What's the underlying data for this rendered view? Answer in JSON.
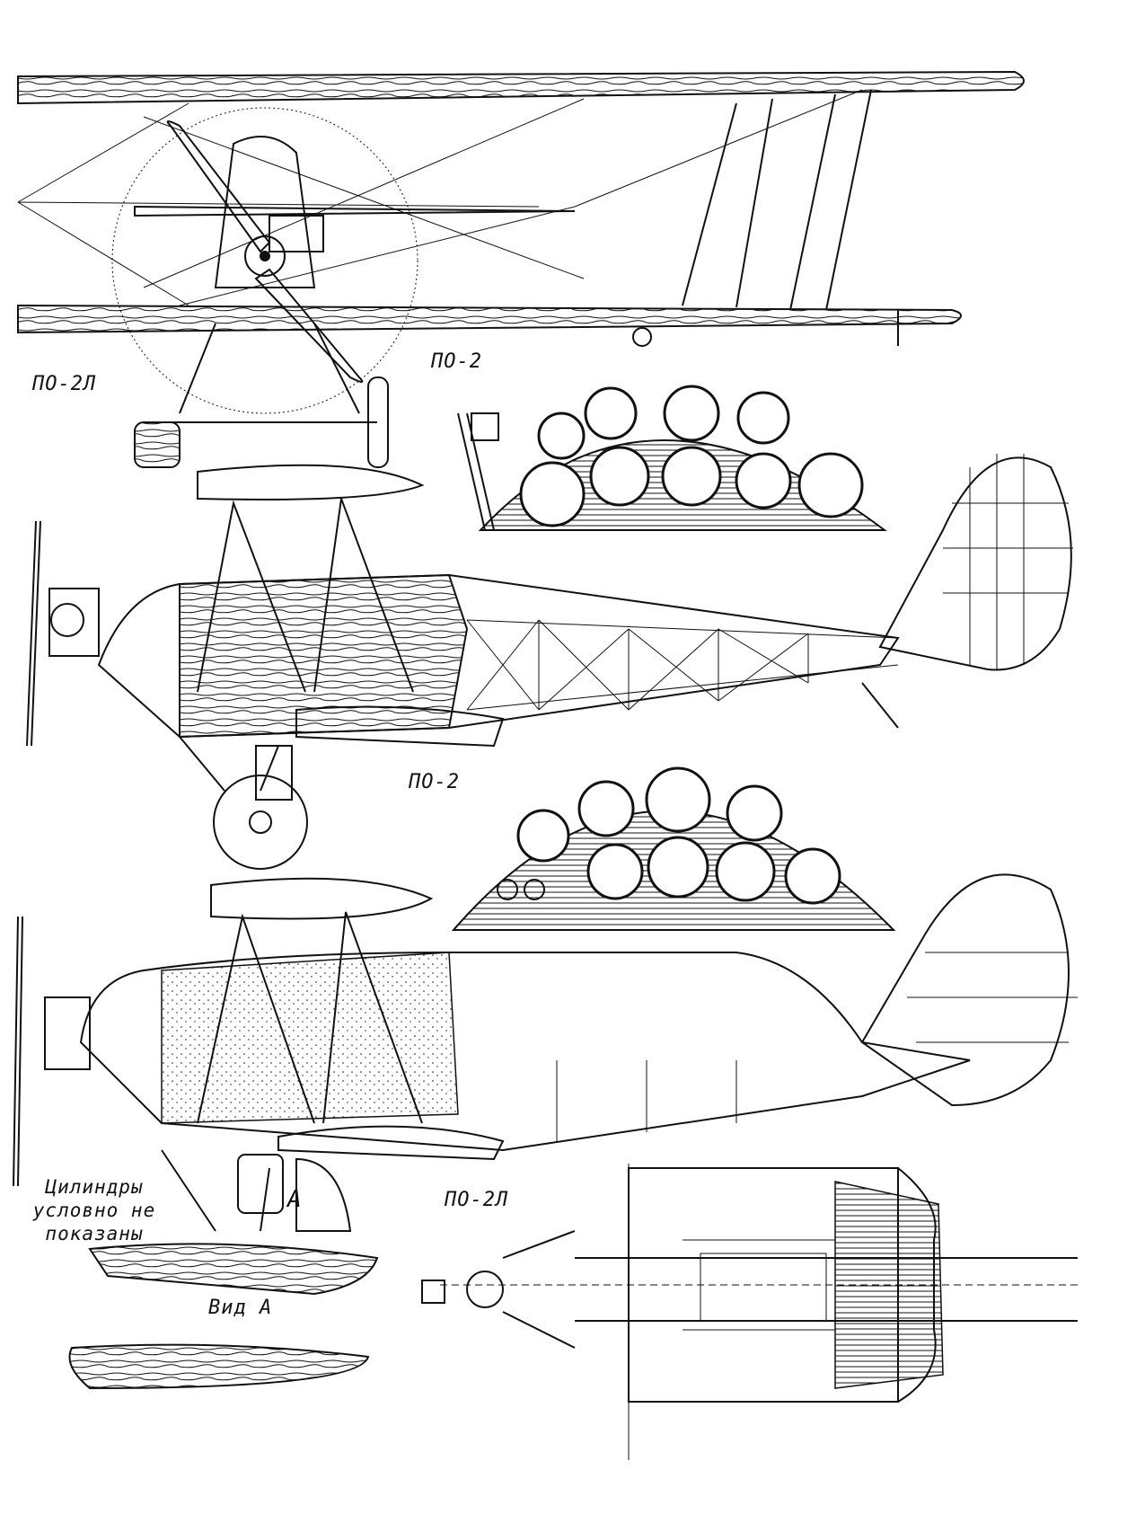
{
  "labels": {
    "front_view_po2l": "ПО-2Л",
    "front_view_po2": "ПО-2",
    "side_view_po2": "ПО-2",
    "side_view_po2l": "ПО-2Л",
    "cylinders_note": "Цилиндры условно не показаны",
    "view_a": "Вид А",
    "marker_a": "А"
  },
  "colors": {
    "ink": "#111111",
    "paper": "#ffffff"
  }
}
